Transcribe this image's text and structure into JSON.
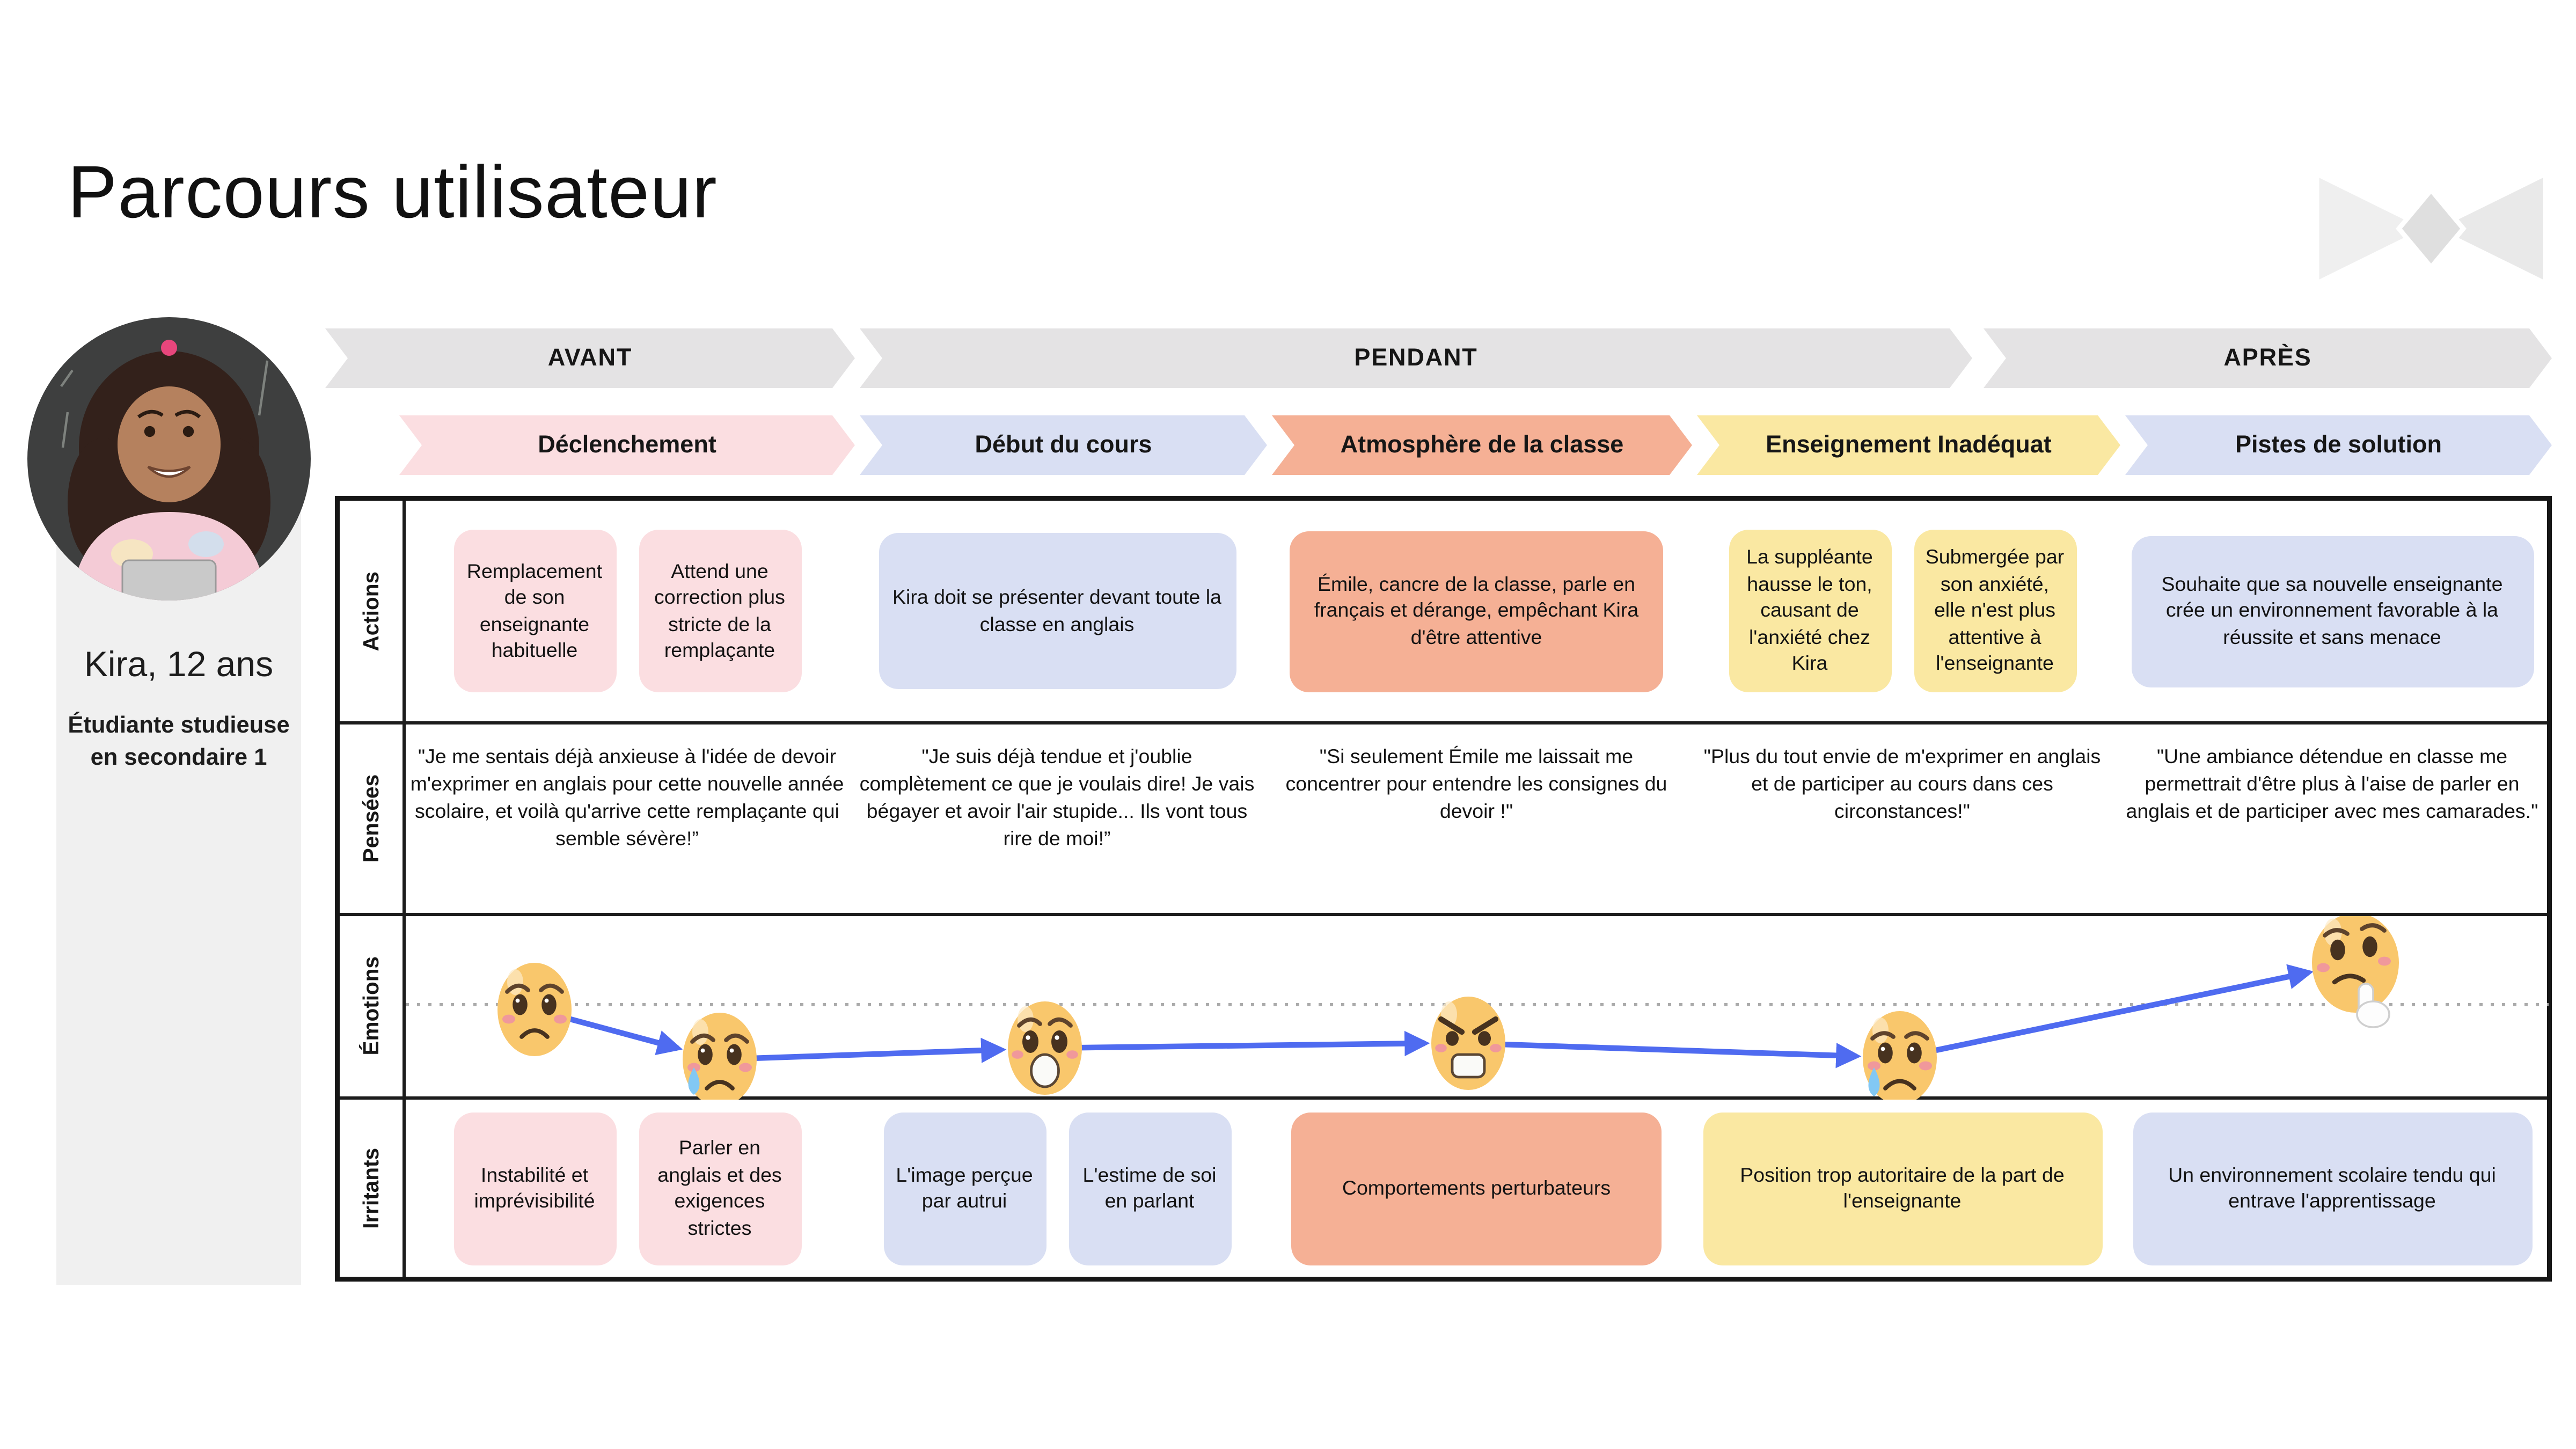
{
  "page": {
    "title": "Parcours utilisateur"
  },
  "persona": {
    "name": "Kira, 12 ans",
    "description": "Étudiante studieuse en secondaire 1"
  },
  "phases": [
    {
      "label": "AVANT"
    },
    {
      "label": "PENDANT"
    },
    {
      "label": "APRÈS"
    }
  ],
  "stages": [
    {
      "label": "Déclenchement",
      "color": "#FBDEE1"
    },
    {
      "label": "Début du cours",
      "color": "#D9DFF3"
    },
    {
      "label": "Atmosphère de la classe",
      "color": "#F5B095"
    },
    {
      "label": "Enseignement Inadéquat",
      "color": "#FAE8A2"
    },
    {
      "label": "Pistes de solution",
      "color": "#D9DFF3"
    }
  ],
  "row_labels": {
    "actions": "Actions",
    "pensees": "Pensées",
    "emotions": "Émotions",
    "irritants": "Irritants"
  },
  "actions": {
    "cards": [
      {
        "text": "Remplacement de son enseignante habituelle",
        "color": "#FBDEE1"
      },
      {
        "text": "Attend une correction plus stricte de la remplaçante",
        "color": "#FBDEE1"
      },
      {
        "text": "Kira doit se présenter devant toute la classe en anglais",
        "color": "#D9DFF3"
      },
      {
        "text": "Émile, cancre de la classe, parle en français et dérange, empêchant Kira d'être attentive",
        "color": "#F5B095"
      },
      {
        "text": "La suppléante hausse le ton, causant de l'anxiété chez Kira",
        "color": "#FAE8A2"
      },
      {
        "text": "Submergée par son anxiété, elle n'est plus attentive à l'enseignante",
        "color": "#FAE8A2"
      },
      {
        "text": "Souhaite que sa nouvelle enseignante crée un environnement favorable à la réussite et sans menace",
        "color": "#D9DFF3"
      }
    ]
  },
  "pensees": {
    "quotes": [
      "\"Je me sentais déjà anxieuse à l'idée de devoir m'exprimer en anglais pour cette nouvelle année scolaire, et voilà qu'arrive cette remplaçante qui semble sévère!”",
      "\"Je suis déjà tendue et j'oublie complètement ce que je voulais dire! Je vais bégayer et avoir l'air stupide... Ils vont tous rire de moi!”",
      "\"Si seulement Émile me laissait me concentrer pour entendre les consignes du devoir !\"",
      "\"Plus du tout envie de m'exprimer en anglais et de participer au cours dans ces circonstances!\"",
      "\"Une ambiance détendue en classe me permettrait d'être plus à l'aise de parler en anglais et de participer avec mes camarades.\""
    ]
  },
  "emotions": {
    "icons": [
      {
        "name": "worried-face"
      },
      {
        "name": "sad-tear-face"
      },
      {
        "name": "fearful-face"
      },
      {
        "name": "angry-face"
      },
      {
        "name": "crying-face"
      },
      {
        "name": "thinking-face"
      }
    ],
    "trend": "down-then-up",
    "line_color": "#4F6BF0"
  },
  "irritants": {
    "cards": [
      {
        "text": "Instabilité et imprévisibilité",
        "color": "#FBDEE1"
      },
      {
        "text": "Parler en anglais et des exigences strictes",
        "color": "#FBDEE1"
      },
      {
        "text": "L'image perçue par autrui",
        "color": "#D9DFF3"
      },
      {
        "text": "L'estime de soi en parlant",
        "color": "#D9DFF3"
      },
      {
        "text": "Comportements perturbateurs",
        "color": "#F5B095"
      },
      {
        "text": "Position trop autoritaire de la part de l'enseignante",
        "color": "#FAE8A2"
      },
      {
        "text": "Un environnement scolaire tendu qui entrave l'apprentissage",
        "color": "#D9DFF3"
      }
    ]
  },
  "colors": {
    "pink": "#FBDEE1",
    "lavender": "#D9DFF3",
    "salmon": "#F5B095",
    "yellow": "#FAE8A2",
    "phase_gray": "#E4E3E4",
    "line_blue": "#4F6BF0",
    "grid_black": "#161616",
    "panel_gray": "#F0F0F0"
  }
}
